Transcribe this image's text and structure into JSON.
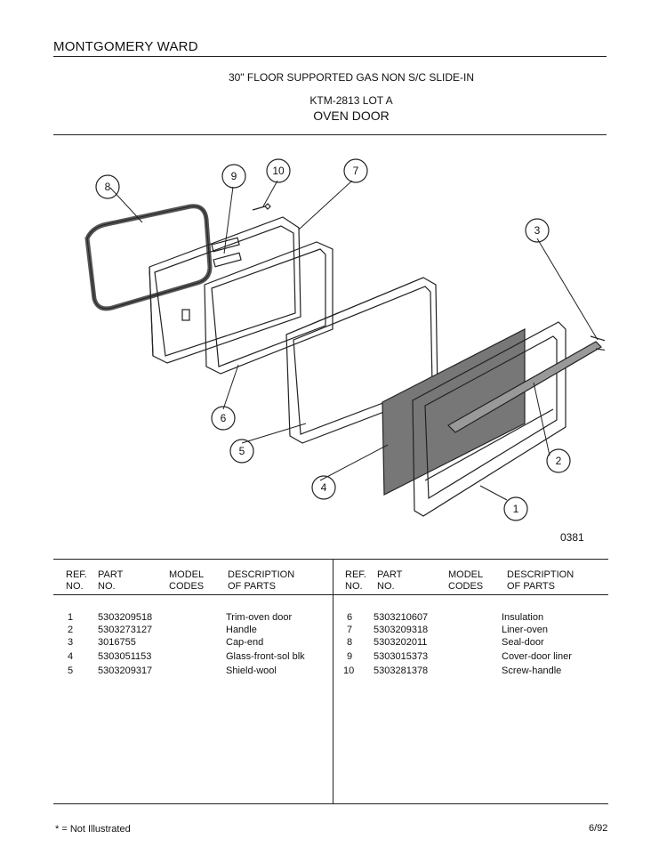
{
  "brand": "MONTGOMERY WARD",
  "titles": {
    "line1": "30\" FLOOR SUPPORTED GAS NON S/C SLIDE-IN",
    "line2": "KTM-2813 LOT A",
    "line3": "OVEN DOOR"
  },
  "figure_code": "0381",
  "callouts": [
    "1",
    "2",
    "3",
    "4",
    "5",
    "6",
    "7",
    "8",
    "9",
    "10"
  ],
  "table": {
    "headers": {
      "ref": "REF.",
      "no": "NO.",
      "part": "PART",
      "part_no": "NO.",
      "model": "MODEL",
      "codes": "CODES",
      "desc": "DESCRIPTION",
      "of_parts": "OF PARTS"
    },
    "left": [
      {
        "ref": "1",
        "part": "5303209518",
        "desc": "Trim-oven door"
      },
      {
        "ref": "2",
        "part": "5303273127",
        "desc": "Handle"
      },
      {
        "ref": "3",
        "part": "3016755",
        "desc": "Cap-end"
      },
      {
        "ref": "4",
        "part": "5303051153",
        "desc": "Glass-front-sol blk"
      },
      {
        "ref": "5",
        "part": "5303209317",
        "desc": "Shield-wool"
      }
    ],
    "right": [
      {
        "ref": "6",
        "part": "5303210607",
        "desc": "Insulation"
      },
      {
        "ref": "7",
        "part": "5303209318",
        "desc": "Liner-oven"
      },
      {
        "ref": "8",
        "part": "5303202011",
        "desc": "Seal-door"
      },
      {
        "ref": "9",
        "part": "5303015373",
        "desc": "Cover-door liner"
      },
      {
        "ref": "10",
        "part": "5303281378",
        "desc": "Screw-handle"
      }
    ]
  },
  "footer": {
    "note": "* = Not Illustrated",
    "date": "6/92"
  }
}
